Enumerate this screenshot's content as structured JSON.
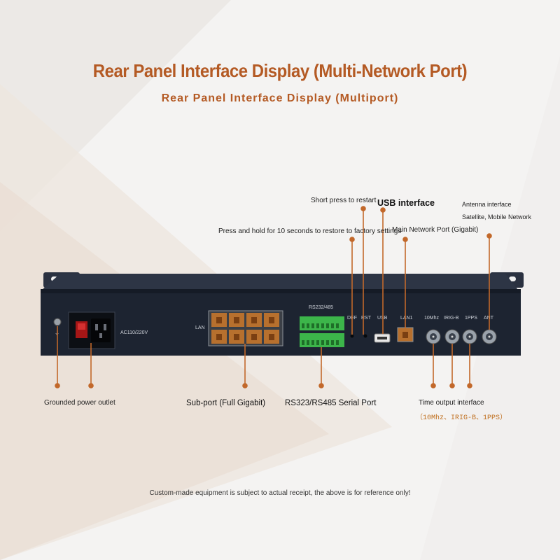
{
  "title": "Rear Panel Interface Display (Multi-Network Port)",
  "subtitle": "Rear Panel Interface Display (Multiport)",
  "callouts": {
    "short_press": "Short press to restart",
    "usb": "USB interface",
    "antenna_line1": "Antenna interface",
    "antenna_line2": "\u0014Satellite, Mobile Network\u0015",
    "press_hold": "Press and hold for 10 seconds to restore to factory settings",
    "main_port": "Main Network Port (Gigabit)",
    "grounded": "Grounded power outlet",
    "subport": "Sub-port (Full Gigabit)",
    "serial": "RS323/RS485 Serial Port",
    "time_output": "Time output interface",
    "time_output_detail": "（10Mhz、IRIG-B、1PPS）"
  },
  "panel": {
    "power_label": "AC110/220V",
    "lan_label": "LAN",
    "rs_label": "RS232/485",
    "def_label": "DEF",
    "rst_label": "RST",
    "usb_label": "USB",
    "lan1_label": "LAN1",
    "tenmhz_label": "10Mhz",
    "irigb_label": "IRIG-B",
    "pps_label": "1PPS",
    "ant_label": "ANT"
  },
  "footer": "Custom-made equipment is subject to actual receipt, the above is for reference only!",
  "colors": {
    "accent": "#b45a24",
    "panel": "#1f2734",
    "terminal": "#3cb54a",
    "rj45": "#b7702e",
    "leader": "#c2682a"
  }
}
